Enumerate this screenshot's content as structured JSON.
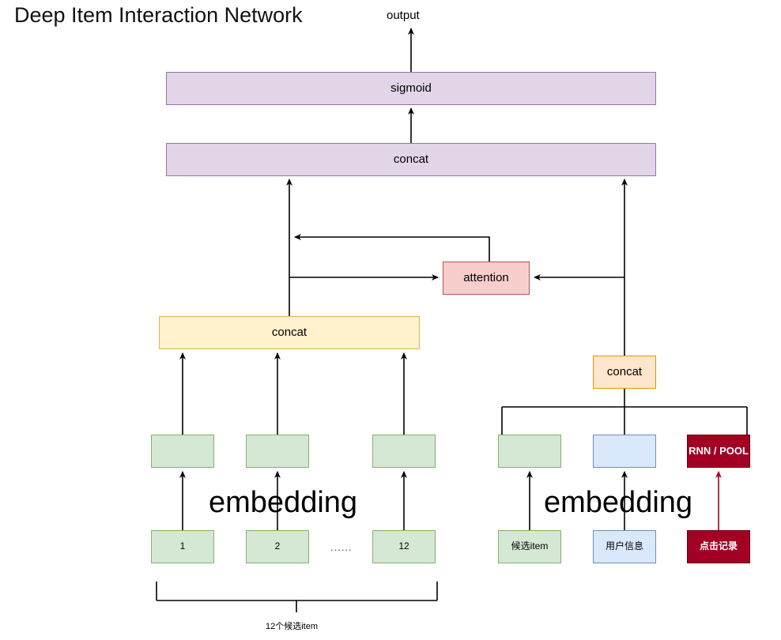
{
  "diagram": {
    "title": "Deep Item Interaction Network",
    "output_label": "output",
    "bottom_bracket_label": "12个候选item",
    "embedding_label_left": "embedding",
    "embedding_label_right": "embedding",
    "ellipsis": "......",
    "nodes": {
      "sigmoid": "sigmoid",
      "concat_top": "concat",
      "attention": "attention",
      "concat_items": "concat",
      "concat_right": "concat",
      "item_emb_1": "",
      "item_emb_2": "",
      "item_emb_12": "",
      "item_1": "1",
      "item_2": "2",
      "item_12": "12",
      "cand_emb": "",
      "user_emb": "",
      "rnn_pool": "RNN / POOL",
      "cand_item": "候选item",
      "user_info": "用户信息",
      "click_log": "点击记录"
    },
    "colors": {
      "purple_fill": "#e1d5e7",
      "purple_stroke": "#9673a6",
      "yellow_fill": "#fff2cc",
      "yellow_stroke": "#d6b656",
      "orange_fill": "#ffe6cc",
      "orange_stroke": "#d79b00",
      "pink_fill": "#f8cecc",
      "pink_stroke": "#b85450",
      "green_fill": "#d5e8d4",
      "green_stroke": "#82b366",
      "blue_fill": "#dae8fc",
      "blue_stroke": "#6c8ebf",
      "red_fill": "#a20025",
      "edge_color": "#000000",
      "red_edge_color": "#a20025"
    }
  }
}
